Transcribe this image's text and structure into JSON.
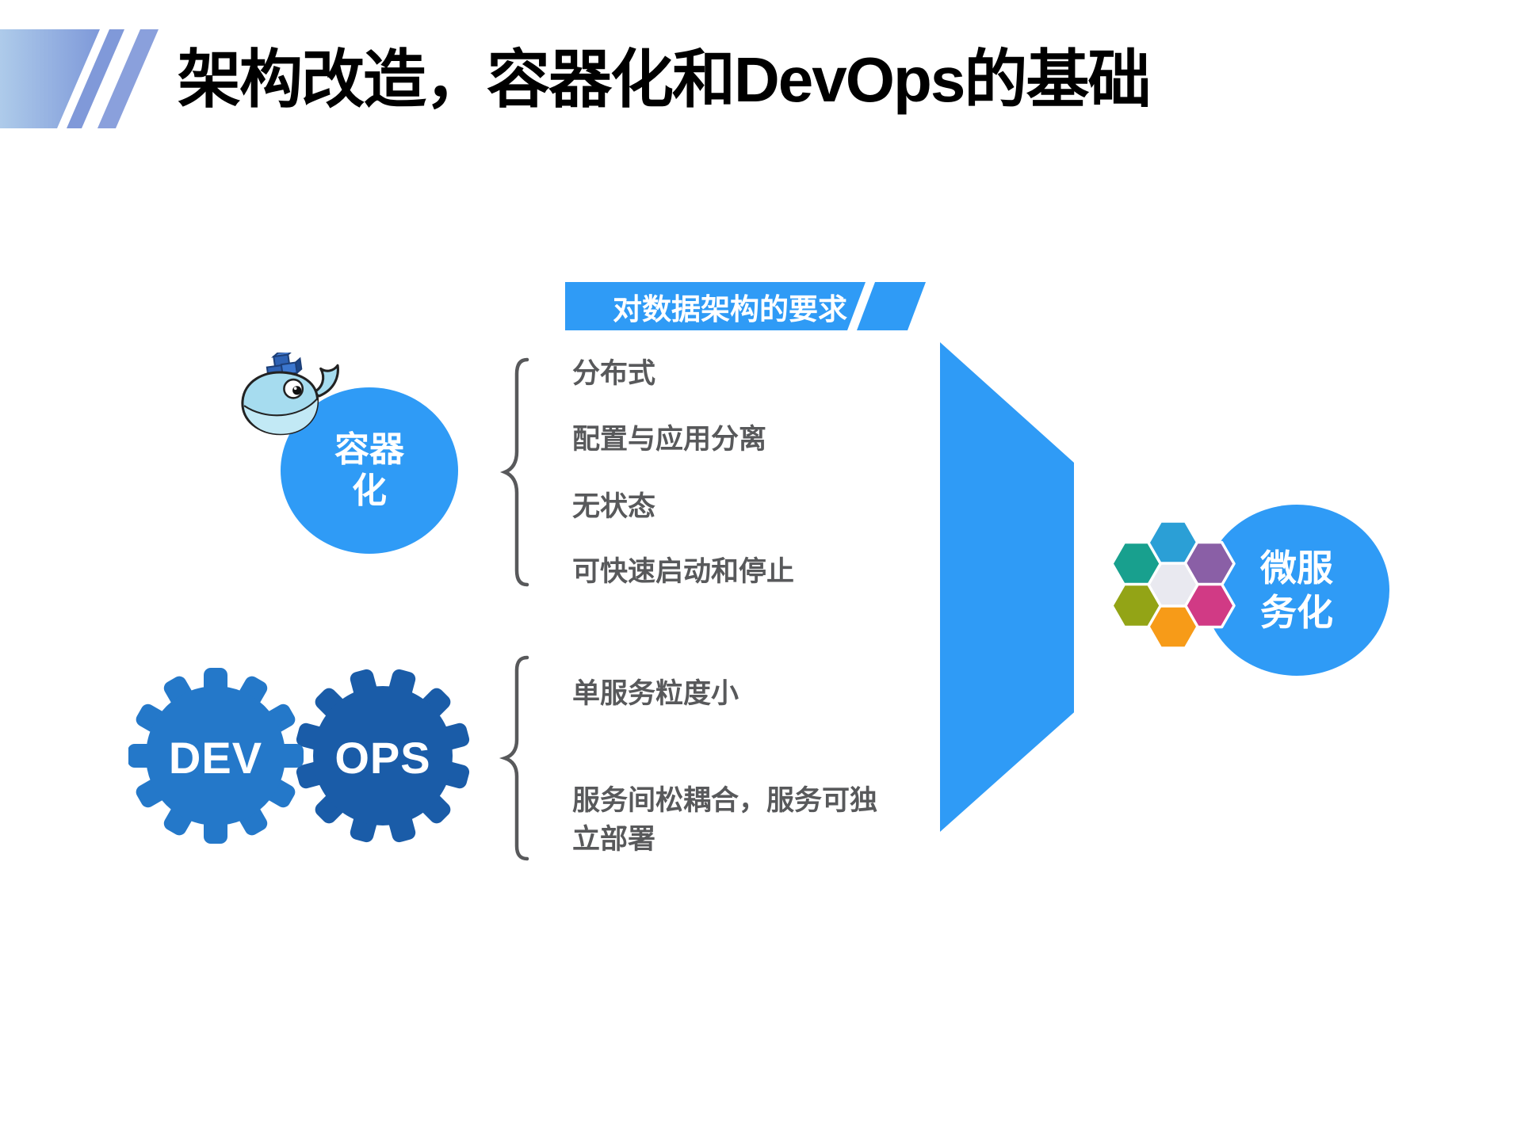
{
  "title": "架构改造，容器化和DevOps的基础",
  "banner": {
    "label": "对数据架构的要求"
  },
  "containerization": {
    "label": "容器\n化",
    "requirements": [
      "分布式",
      "配置与应用分离",
      "无状态",
      "可快速启动和停止"
    ]
  },
  "devops": {
    "gear_left": "DEV",
    "gear_right": "OPS",
    "requirements": [
      "单服务粒度小",
      "服务间松耦合，服务可独立部署"
    ]
  },
  "microservices": {
    "label": "微服\n务化"
  },
  "colors": {
    "accent_blue": "#2F9BF6",
    "dev_gear_blue": "#2478C9",
    "ops_gear_blue": "#1A5CA8",
    "body_text_gray": "#58595B",
    "title_black": "#000000",
    "decor_gradient_left": "#AECBEA",
    "decor_gradient_right": "#7E99D9",
    "hexagons": {
      "top": "#2B9FD6",
      "top_left": "#18A08E",
      "top_right": "#8A5FA6",
      "center": "#E9E9F0",
      "bottom_left": "#93A416",
      "bottom_right": "#D13A85",
      "bottom": "#F79B18"
    }
  }
}
